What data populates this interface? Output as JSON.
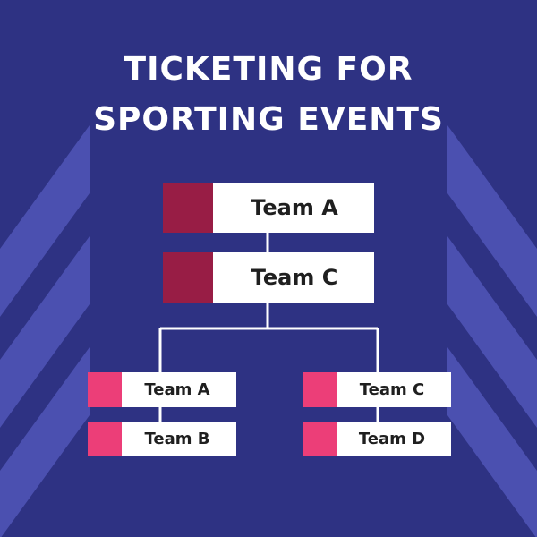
{
  "title": {
    "line1": "TICKETING FOR",
    "line2": "SPORTING EVENTS"
  },
  "colors": {
    "background": "#2E3283",
    "stripes": "#4B50B0",
    "final_swatch": "#981D45",
    "semi_swatch": "#EC3E78",
    "box": "#FFFFFF",
    "connector": "#FFFFFF"
  },
  "bracket": {
    "final": [
      {
        "label": "Team A"
      },
      {
        "label": "Team C"
      }
    ],
    "semifinal_left": [
      {
        "label": "Team A"
      },
      {
        "label": "Team B"
      }
    ],
    "semifinal_right": [
      {
        "label": "Team C"
      },
      {
        "label": "Team D"
      }
    ]
  }
}
